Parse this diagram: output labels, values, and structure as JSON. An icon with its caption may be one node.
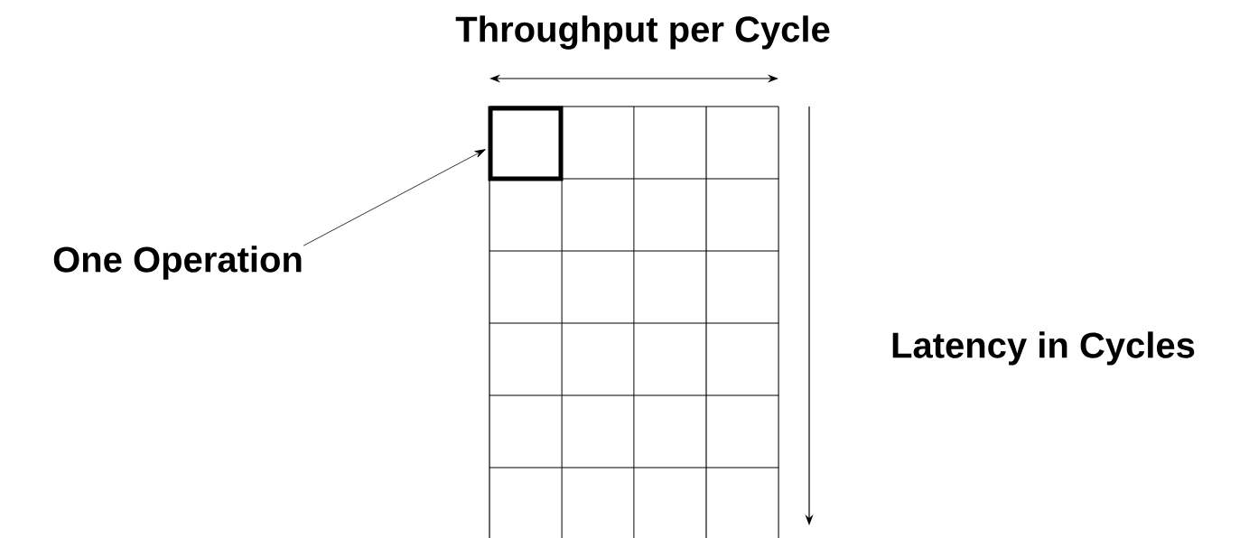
{
  "diagram": {
    "nodes": [
      {
        "text": [
          "One Operation"
        ]
      },
      {
        "text": [],
        "shape": "box"
      }
    ],
    "edges": [
      {
        "from": 0,
        "to": 1,
        "arrow": "to"
      }
    ],
    "labels": [
      "Throughput per Cycle",
      "Latency in Cycles"
    ]
  }
}
